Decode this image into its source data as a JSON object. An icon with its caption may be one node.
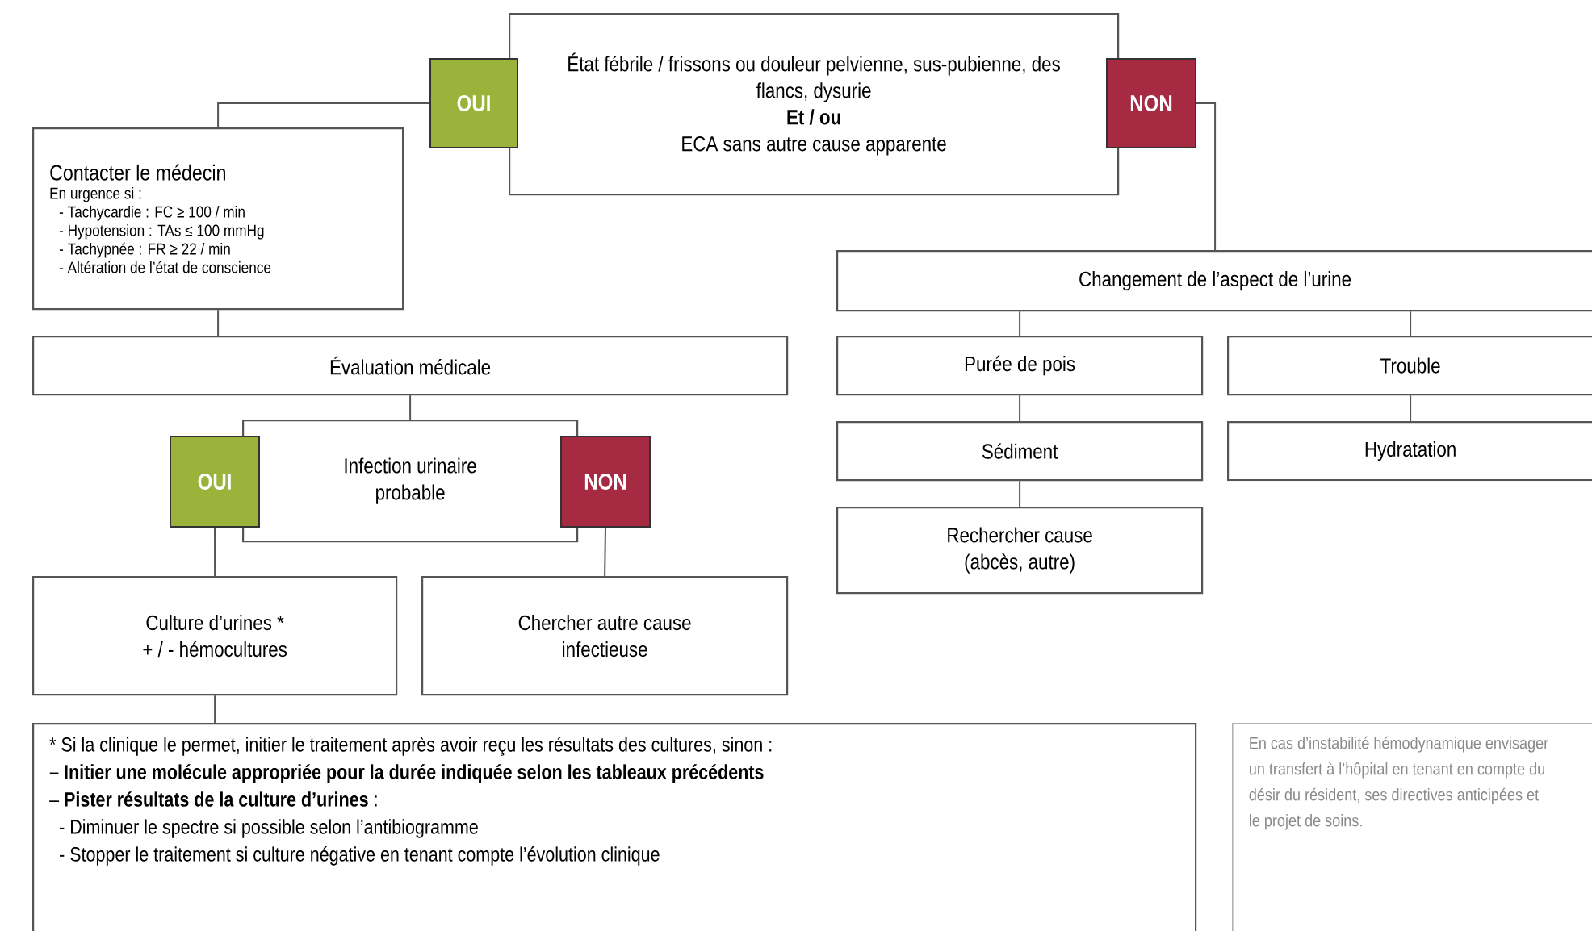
{
  "diagram": {
    "nodes": [
      {
        "text": [
          "État fébrile / frissons ou douleur pelvienne, sus-pubienne, des flancs, dysurie",
          "Et / ou",
          "ECA sans autre cause apparente"
        ]
      },
      {
        "text": [
          "OUI"
        ]
      },
      {
        "text": [
          "NON"
        ]
      },
      {
        "text": [
          "Contacter le médecin",
          "En urgence si :",
          "- Tachycardie : FC ≥ 100 / min",
          "- Hypotension : TAs ≤ 100 mmHg",
          "- Tachypnée : FR ≥ 22 / min",
          "- Altération de l’état de conscience"
        ]
      },
      {
        "text": [
          "Évaluation médicale"
        ]
      },
      {
        "text": [
          "Infection urinaire probable"
        ]
      },
      {
        "text": [
          "OUI"
        ]
      },
      {
        "text": [
          "NON"
        ]
      },
      {
        "text": [
          "Culture d’urines *",
          "+ / - hémocultures"
        ]
      },
      {
        "text": [
          "Chercher autre cause infectieuse"
        ]
      },
      {
        "text": [
          "* Si la clinique le permet, initier le traitement après avoir reçu les résultats des cultures, sinon :",
          "– Initier une molécule appropriée pour la durée indiquée selon les tableaux précédents",
          "– **Pister résultats de la culture d’urines** :",
          "- Diminuer le spectre si possible selon l’antibiogramme",
          "- Stopper le traitement si culture négative en tenant compte l’évolution clinique"
        ]
      },
      {
        "text": [
          "En cas d’instabilité hémodynamique envisager un transfert à l’hôpital en tenant en compte du désir du résident, ses directives anticipées et le projet de soins."
        ]
      },
      {
        "text": [
          "Changement de l’aspect de l’urine"
        ]
      },
      {
        "text": [
          "Purée de pois"
        ]
      },
      {
        "text": [
          "Trouble"
        ]
      },
      {
        "text": [
          "Sédiment"
        ]
      },
      {
        "text": [
          "Hydratation"
        ]
      },
      {
        "text": [
          "Rechercher cause (abcès, autre)"
        ]
      }
    ],
    "edges": [
      {
        "from": 1,
        "to": 3,
        "arrow": "none"
      },
      {
        "from": 2,
        "to": 12,
        "arrow": "none"
      },
      {
        "from": 3,
        "to": 4,
        "arrow": "none"
      },
      {
        "from": 4,
        "to": 5,
        "arrow": "none"
      },
      {
        "from": 6,
        "to": 8,
        "arrow": "none"
      },
      {
        "from": 7,
        "to": 9,
        "arrow": "none"
      },
      {
        "from": 8,
        "to": 10,
        "arrow": "none"
      },
      {
        "from": 12,
        "to": 13,
        "arrow": "none"
      },
      {
        "from": 12,
        "to": 14,
        "arrow": "none"
      },
      {
        "from": 13,
        "to": 15,
        "arrow": "none"
      },
      {
        "from": 14,
        "to": 16,
        "arrow": "none"
      },
      {
        "from": 15,
        "to": 17,
        "arrow": "none"
      }
    ]
  }
}
